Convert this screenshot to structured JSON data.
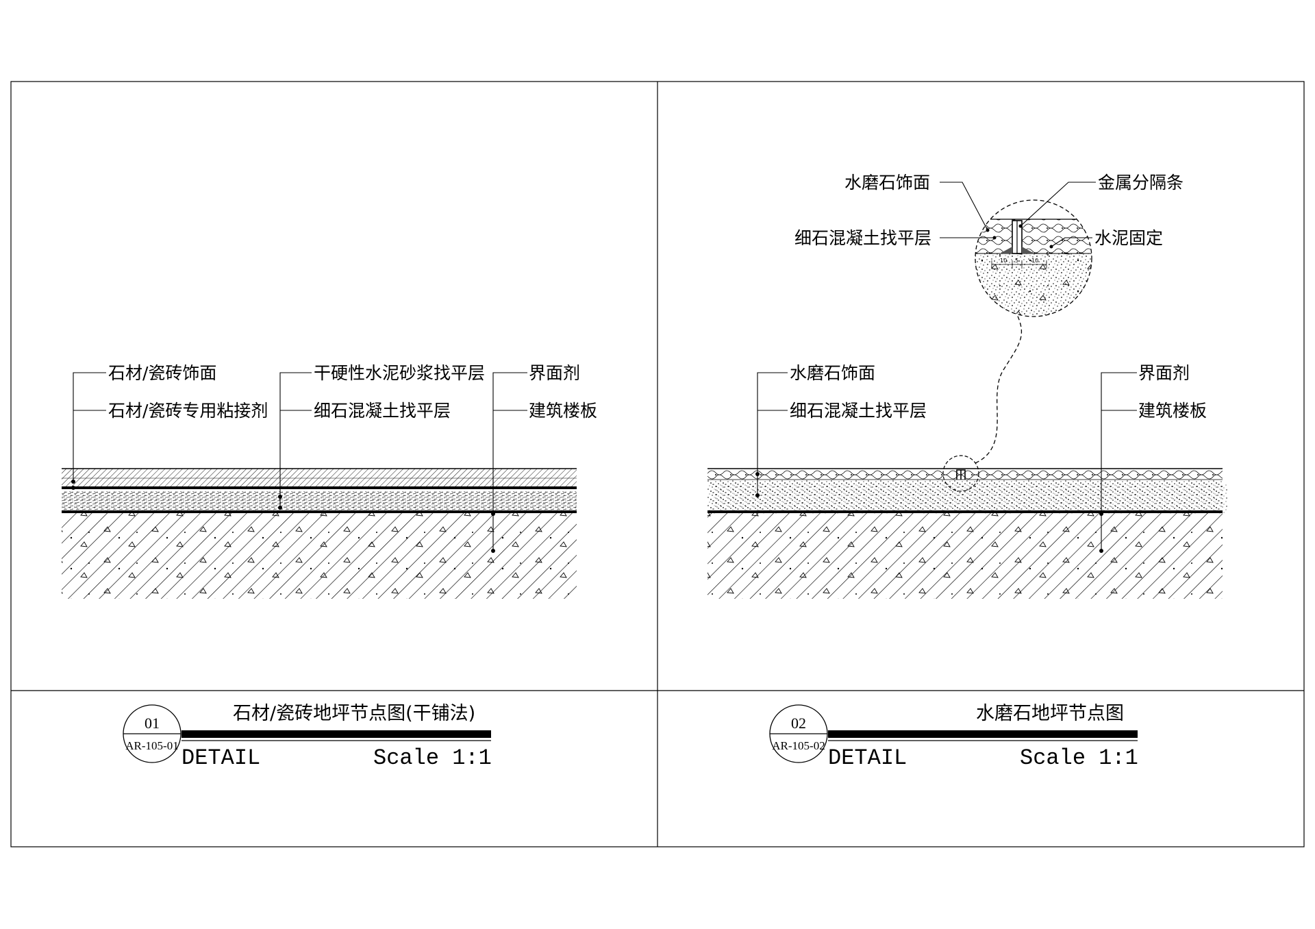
{
  "panels": [
    {
      "id": "01",
      "ref": "AR-105-01",
      "title": "石材/瓷砖地坪节点图(干铺法)",
      "detail": "DETAIL",
      "scale": "Scale 1:1",
      "labels": {
        "l1": "石材/瓷砖饰面",
        "l2": "石材/瓷砖专用粘接剂",
        "m1": "干硬性水泥砂浆找平层",
        "m2": "细石混凝土找平层",
        "r1": "界面剂",
        "r2": "建筑楼板"
      }
    },
    {
      "id": "02",
      "ref": "AR-105-02",
      "title": "水磨石地坪节点图",
      "detail": "DETAIL",
      "scale": "Scale 1:1",
      "labels": {
        "l1": "水磨石饰面",
        "l2": "细石混凝土找平层",
        "r1": "界面剂",
        "r2": "建筑楼板",
        "z1": "水磨石饰面",
        "z2": "细石混凝土找平层",
        "z3": "金属分隔条",
        "z4": "水泥固定"
      },
      "dimensions": [
        "10",
        "5",
        "10"
      ]
    }
  ]
}
